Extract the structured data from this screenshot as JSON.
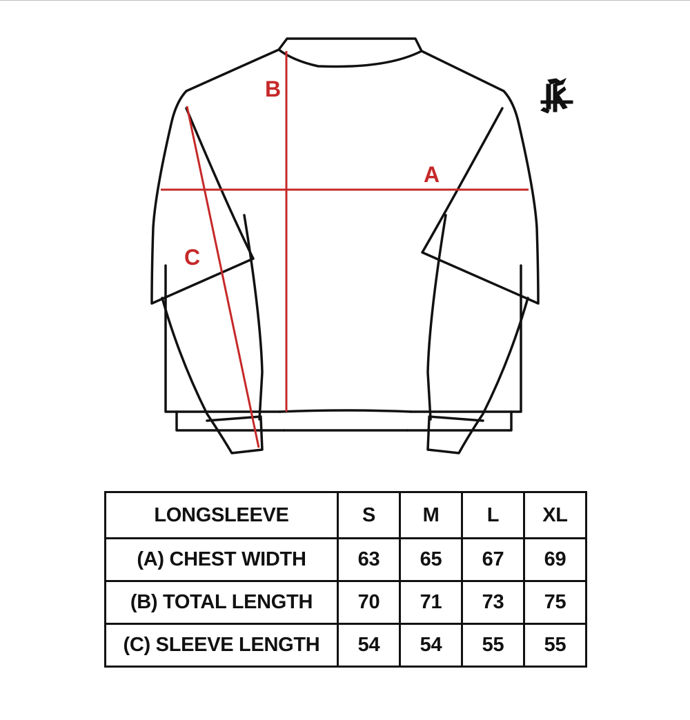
{
  "diagram": {
    "title": "Longsleeve measurement diagram",
    "labels": {
      "a": "A",
      "b": "B",
      "c": "C"
    },
    "measure_color": "#c62828",
    "outline_color": "#111111",
    "logo_icon": "gothic-monogram-logo"
  },
  "size_table": {
    "header": {
      "label": "LONGSLEEVE",
      "sizes": [
        "S",
        "M",
        "L",
        "XL"
      ]
    },
    "rows": [
      {
        "label": "(A) CHEST WIDTH",
        "values": [
          "63",
          "65",
          "67",
          "69"
        ]
      },
      {
        "label": "(B) TOTAL LENGTH",
        "values": [
          "70",
          "71",
          "73",
          "75"
        ]
      },
      {
        "label": "(C) SLEEVE LENGTH",
        "values": [
          "54",
          "54",
          "55",
          "55"
        ]
      }
    ]
  }
}
